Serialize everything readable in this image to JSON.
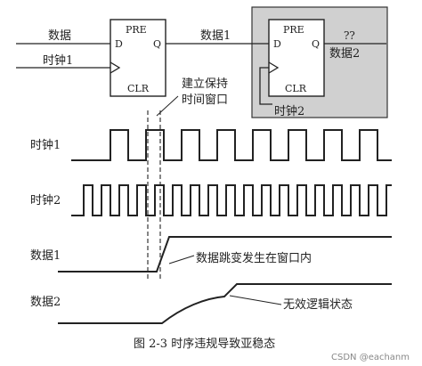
{
  "diagram": {
    "ff1": {
      "pre": "PRE",
      "clr": "CLR",
      "d": "D",
      "q": "Q"
    },
    "ff2": {
      "pre": "PRE",
      "clr": "CLR",
      "d": "D",
      "q": "Q"
    },
    "labels": {
      "data_in": "数据",
      "clock1_in": "时钟1",
      "data1_mid": "数据1",
      "unknown": "??",
      "data2_out": "数据2",
      "clock2_in": "时钟2",
      "window_line1": "建立保持",
      "window_line2": "时间窗口"
    },
    "waves": {
      "clock1": "时钟1",
      "clock2": "时钟2",
      "data1": "数据1",
      "data2": "数据2"
    },
    "annotations": {
      "jump_in_window": "数据跳变发生在窗口内",
      "invalid_state": "无效逻辑状态"
    },
    "caption": "图 2-3    时序违规导致亚稳态",
    "watermark": "CSDN @eachanm",
    "colors": {
      "ff2_shade": "#d0d0d0",
      "ink": "#222222"
    }
  }
}
